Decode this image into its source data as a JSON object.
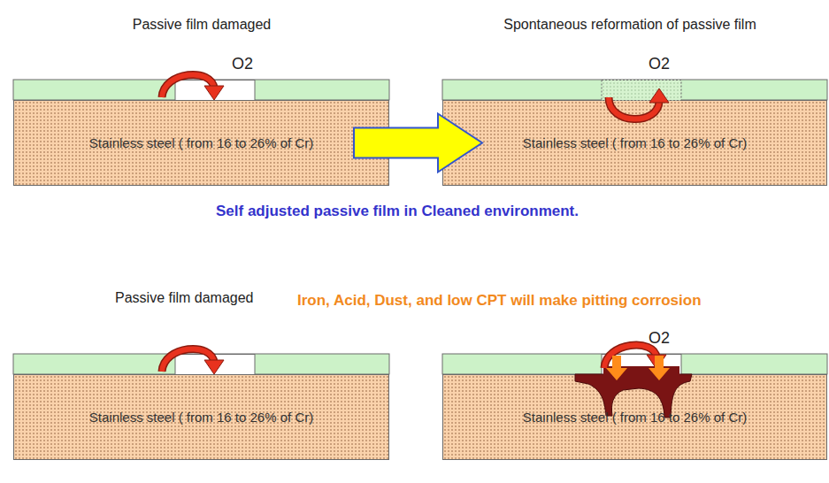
{
  "diagram": {
    "nodes": [
      {
        "text": [
          "Stainless steel ( from 16 to 26% of Cr)"
        ]
      },
      {
        "text": [
          "Stainless steel ( from 16 to 26% of Cr)"
        ]
      },
      {
        "text": [
          "Stainless steel ( from 16 to 26% of Cr)"
        ]
      },
      {
        "text": [
          "Stainless steel ( from 16 to 26% of Cr)"
        ]
      }
    ],
    "edges": [
      {
        "from": 0,
        "to": 1,
        "arrow": "to"
      }
    ],
    "labels": [
      "Passive film damaged",
      "O2",
      "Spontaneous reformation of passive film",
      "O2",
      "Self adjusted passive film in Cleaned environment.",
      "Passive film damaged",
      "Iron, Acid, Dust, and low CPT will make pitting corrosion",
      "O2"
    ]
  }
}
